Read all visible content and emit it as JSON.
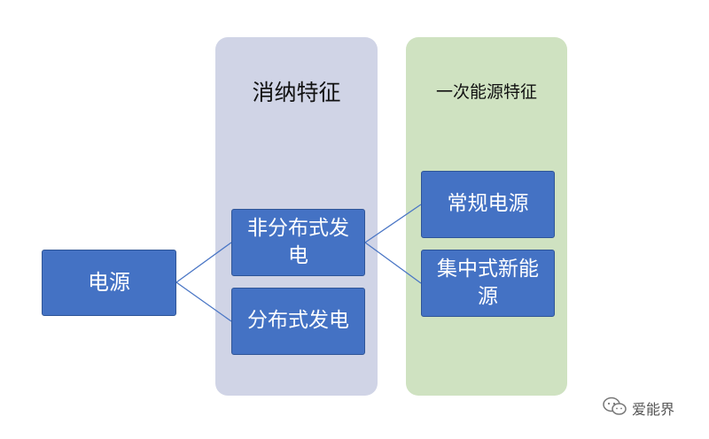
{
  "panels": {
    "consumption": {
      "title": "消纳特征",
      "color": "#d0d4e6"
    },
    "primary_energy": {
      "title": "一次能源特征",
      "color": "#cfe2c1"
    }
  },
  "nodes": {
    "power_source": "电源",
    "non_distributed": "非分布式发电",
    "distributed": "分布式发电",
    "conventional": "常规电源",
    "centralized_new_energy": "集中式新能源"
  },
  "node_color": "#4472c4",
  "connector_color": "#4a76c5",
  "watermark": {
    "text": "爱能界",
    "icon": "wechat-icon"
  }
}
